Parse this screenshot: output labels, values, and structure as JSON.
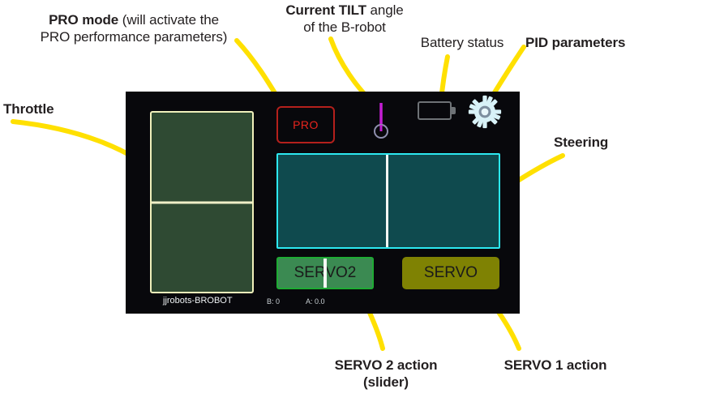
{
  "annotations": {
    "pro_mode": {
      "bold": "PRO mode",
      "rest": " (will activate the",
      "line2": "PRO performance parameters)"
    },
    "tilt": {
      "bold": "Current TILT",
      "rest": " angle",
      "line2": "of the B-robot"
    },
    "battery": "Battery status",
    "pid": "PID parameters",
    "throttle": "Throttle",
    "steering": "Steering",
    "servo2": {
      "line1": "SERVO 2 action",
      "line2": "(slider)"
    },
    "servo1": "SERVO 1 action"
  },
  "device": {
    "pro_button_label": "PRO",
    "servo2_label": "SERVO2",
    "servo1_label": "SERVO",
    "status": {
      "device_name": "jjrobots-BROBOT",
      "b_value": "B: 0",
      "a_value": "A: 0.0"
    },
    "icons": {
      "tilt": "tilt-indicator-icon",
      "battery": "battery-icon",
      "gear": "gear-icon"
    }
  },
  "colors": {
    "panel_background": "#08080c",
    "throttle_fill": "#2f4a33",
    "throttle_border": "#f0f0bb",
    "steering_fill": "#0f4a4e",
    "steering_border": "#2ce8f0",
    "servo2_fill": "#3b8a52",
    "servo2_border": "#1eab34",
    "servo1_fill": "#7f8203",
    "pro_border": "#b4201c",
    "pro_text": "#e8241d",
    "tilt_line": "#c41ed4",
    "gear": "#d8f2f8",
    "battery_outline": "#6e7276",
    "leader_line": "#ffe000",
    "annotation_text": "#231f20"
  }
}
